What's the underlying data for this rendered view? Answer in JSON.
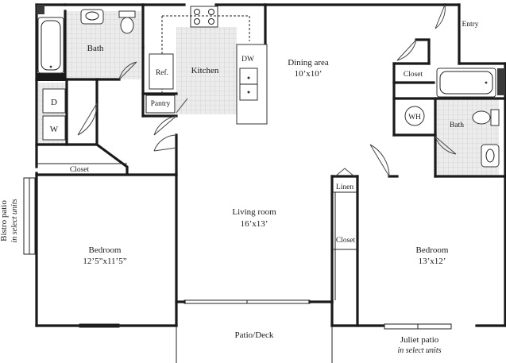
{
  "rooms": {
    "bath_left": "Bath",
    "kitchen": "Kitchen",
    "refrigerator": "Ref.",
    "pantry": "Pantry",
    "dishwasher": "DW",
    "dining": {
      "name": "Dining area",
      "size": "10’x10’"
    },
    "entry": "Entry",
    "closet_entry": "Closet",
    "water_heater": "WH",
    "bath_right": "Bath",
    "dryer": "D",
    "washer": "W",
    "closet_left": "Closet",
    "bedroom_left": {
      "name": "Bedroom",
      "size": "12’5”x11’5”"
    },
    "living": {
      "name": "Living room",
      "size": "16’x13’"
    },
    "linen": "Linen",
    "closet_right": "Closet",
    "bedroom_right": {
      "name": "Bedroom",
      "size": "13’x12’"
    },
    "patio": "Patio/Deck"
  },
  "annotations": {
    "bistro": {
      "title": "Bistro patio",
      "note": "in select units"
    },
    "juliet": {
      "title": "Juliet patio",
      "note": "in select units"
    }
  }
}
